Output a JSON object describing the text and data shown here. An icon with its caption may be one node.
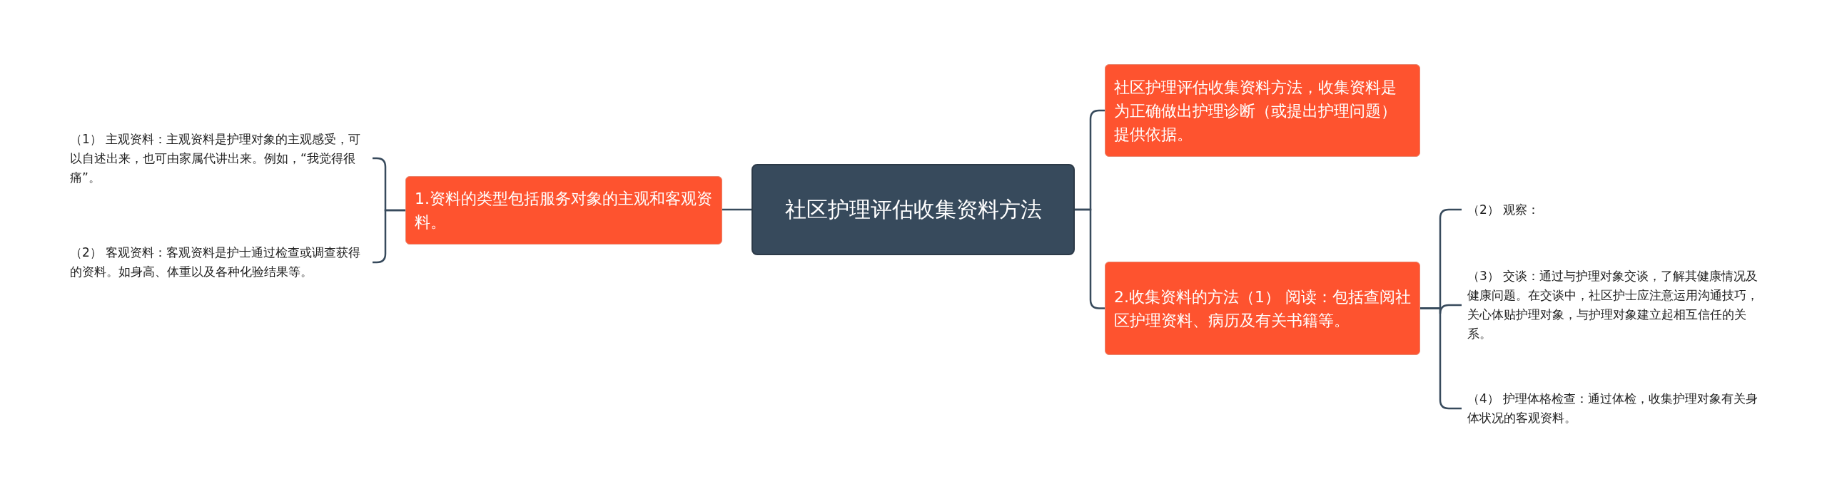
{
  "diagram": {
    "nodes": [
      {
        "text": [
          "社区护理评估收集资料方法"
        ]
      },
      {
        "text": [
          "1.资料的类型包括服务对象的主观和客观资料。"
        ]
      },
      {
        "text": [
          "（1） 主观资料：主观资料是护理对象的主观感受，可以自述出来，也可由家属代讲出来。例如，“我觉得很痛”。"
        ]
      },
      {
        "text": [
          "（2） 客观资料：客观资料是护士通过检查或调查获得的资料。如身高、体重以及各种化验结果等。"
        ]
      },
      {
        "text": [
          "社区护理评估收集资料方法，收集资料是为正确做出护理诊断（或提出护理问题）提供依据。"
        ]
      },
      {
        "text": [
          "2.收集资料的方法（1） 阅读：包括查阅社区护理资料、病历及有关书籍等。"
        ]
      },
      {
        "text": [
          "（2） 观察："
        ]
      },
      {
        "text": [
          "（3） 交谈：通过与护理对象交谈，了解其健康情况及健康问题。在交谈中，社区护士应注意运用沟通技巧，关心体贴护理对象，与护理对象建立起相互信任的关系。"
        ]
      },
      {
        "text": [
          "（4） 护理体格检查：通过体检，收集护理对象有关身体状况的客观资料。"
        ]
      }
    ],
    "edges": [
      {
        "from": 0,
        "to": 1,
        "arrow": "none"
      },
      {
        "from": 1,
        "to": 2,
        "arrow": "none"
      },
      {
        "from": 1,
        "to": 3,
        "arrow": "none"
      },
      {
        "from": 0,
        "to": 4,
        "arrow": "none"
      },
      {
        "from": 0,
        "to": 5,
        "arrow": "none"
      },
      {
        "from": 5,
        "to": 6,
        "arrow": "none"
      },
      {
        "from": 5,
        "to": 7,
        "arrow": "none"
      },
      {
        "from": 5,
        "to": 8,
        "arrow": "none"
      }
    ]
  }
}
